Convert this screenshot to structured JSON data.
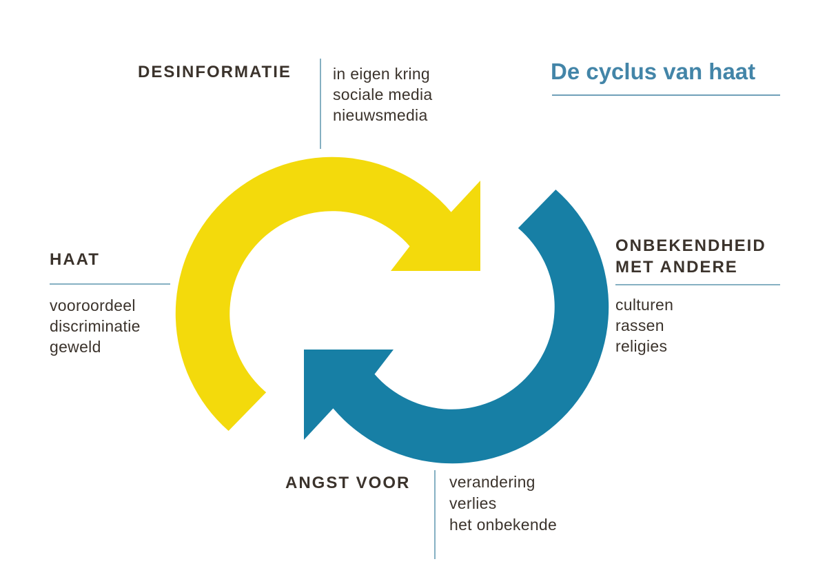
{
  "title": {
    "text": "De cyclus van haat"
  },
  "nodes": [
    {
      "key": "desinformatie",
      "label": "DESINFORMATIE",
      "items": [
        "in eigen kring",
        "sociale media",
        "nieuwsmedia"
      ]
    },
    {
      "key": "onbekendheid-met-andere",
      "label_line1": "ONBEKENDHEID",
      "label_line2": "MET ANDERE",
      "items": [
        "culturen",
        "rassen",
        "religies"
      ]
    },
    {
      "key": "angst-voor",
      "label": "ANGST VOOR",
      "items": [
        "verandering",
        "verlies",
        "het onbekende"
      ]
    },
    {
      "key": "haat",
      "label": "HAAT",
      "items": [
        "vooroordeel",
        "discriminatie",
        "geweld"
      ]
    }
  ],
  "cycle": {
    "direction": "clockwise",
    "sequence": [
      "DESINFORMATIE",
      "ONBEKENDHEID MET ANDERE",
      "ANGST VOOR",
      "HAAT"
    ]
  },
  "colors": {
    "arrow_yellow": "#F3DA0C",
    "arrow_blue": "#177FA5",
    "title_text": "#4385A8",
    "divider_line": "#85B0C2",
    "title_underline": "#6F9FB8",
    "text_dark": "#3B332C",
    "background": "#FFFFFF"
  }
}
